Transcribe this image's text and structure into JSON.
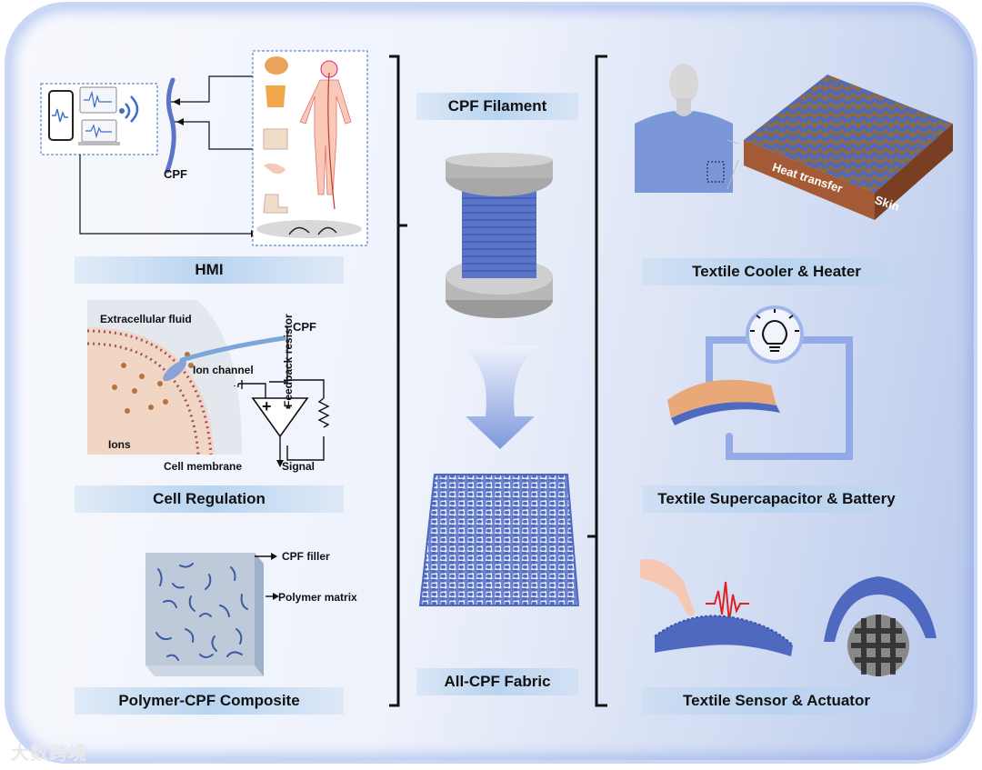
{
  "center": {
    "filament_label": "CPF Filament",
    "fabric_label": "All-CPF Fabric"
  },
  "left": {
    "hmi": {
      "label": "HMI",
      "cpf_text": "CPF"
    },
    "cell": {
      "label": "Cell Regulation",
      "extracellular": "Extracellular fluid",
      "cpf": "CPF",
      "ion_channel": "Ion channel",
      "ions": "Ions",
      "membrane": "Cell membrane",
      "signal": "Signal",
      "feedback": "Feedback resistor",
      "plus": "+",
      "minus": "-"
    },
    "composite": {
      "label": "Polymer-CPF Composite",
      "filler": "CPF filler",
      "matrix": "Polymer matrix"
    }
  },
  "right": {
    "cooler": {
      "label": "Textile Cooler & Heater",
      "heat_transfer": "Heat transfer",
      "skin": "Skin"
    },
    "supercap": {
      "label": "Textile Supercapacitor & Battery"
    },
    "sensor": {
      "label": "Textile Sensor & Actuator"
    }
  },
  "watermark": "大数跨境",
  "colors": {
    "fiber": "#5b74c8",
    "label_bg": "#b9d4f0",
    "frame_glow": "#c9d6f6",
    "orange": "#e8a878"
  }
}
